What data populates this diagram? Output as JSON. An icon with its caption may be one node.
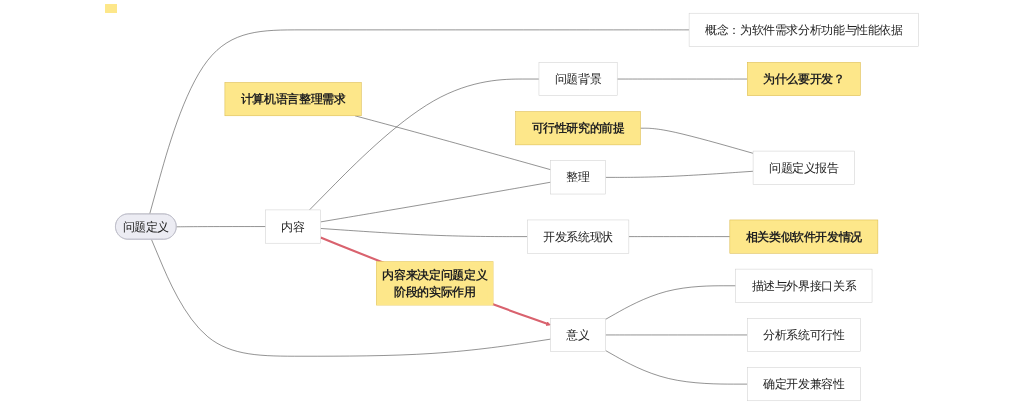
{
  "diagram": {
    "nodes": [
      {
        "text": [
          "问题定义"
        ]
      },
      {
        "text": [
          "概念：为软件需求分析功能与性能依据"
        ]
      },
      {
        "text": [
          "内容"
        ]
      },
      {
        "text": [
          "问题背景"
        ]
      },
      {
        "text": [
          "为什么要开发？"
        ]
      },
      {
        "text": [
          "开发系统现状"
        ]
      },
      {
        "text": [
          "相关类似软件开发情况"
        ]
      },
      {
        "text": [
          "整理"
        ]
      },
      {
        "text": [
          "问题定义报告"
        ]
      },
      {
        "text": [
          "可行性研究的前提"
        ]
      },
      {
        "text": [
          "计算机语言整理需求"
        ]
      },
      {
        "text": [
          "意义"
        ]
      },
      {
        "text": [
          "描述与外界接口关系"
        ]
      },
      {
        "text": [
          "分析系统可行性"
        ]
      },
      {
        "text": [
          "确定开发兼容性"
        ]
      }
    ],
    "edges": [
      {
        "from": 0,
        "to": 1,
        "arrow": "none"
      },
      {
        "from": 0,
        "to": 2,
        "arrow": "none"
      },
      {
        "from": 0,
        "to": 11,
        "arrow": "none"
      },
      {
        "from": 2,
        "to": 3,
        "arrow": "none"
      },
      {
        "from": 3,
        "to": 4,
        "arrow": "none"
      },
      {
        "from": 2,
        "to": 5,
        "arrow": "none"
      },
      {
        "from": 5,
        "to": 6,
        "arrow": "none"
      },
      {
        "from": 2,
        "to": 7,
        "arrow": "none"
      },
      {
        "from": 7,
        "to": 8,
        "arrow": "none"
      },
      {
        "from": 9,
        "to": 8,
        "arrow": "none"
      },
      {
        "from": 10,
        "to": 7,
        "arrow": "none"
      },
      {
        "from": 11,
        "to": 12,
        "arrow": "none"
      },
      {
        "from": 11,
        "to": 13,
        "arrow": "none"
      },
      {
        "from": 11,
        "to": 14,
        "arrow": "none"
      },
      {
        "from": 2,
        "to": 11,
        "arrow": "to",
        "label": "内容来决定问题定义阶段的实际作用",
        "style": "thick",
        "color": "#d9626e"
      }
    ]
  }
}
